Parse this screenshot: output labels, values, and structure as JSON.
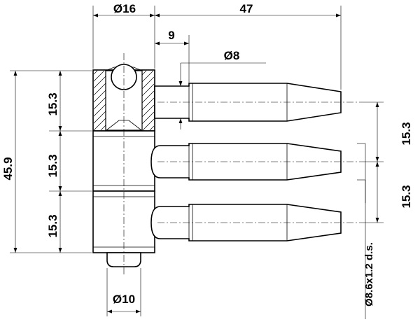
{
  "dimensions": {
    "top_diameter": "Ø16",
    "overall_length": "47",
    "collar_length": "9",
    "pin_diameter": "Ø8",
    "overall_height": "45.9",
    "segment_left_1": "15.3",
    "segment_left_2": "15.3",
    "segment_left_3": "15.3",
    "pitch_right_1": "15.3",
    "pitch_right_2": "15.3",
    "bottom_diameter": "Ø10",
    "thread_spec": "Ø8.6x1.2 d.s."
  }
}
